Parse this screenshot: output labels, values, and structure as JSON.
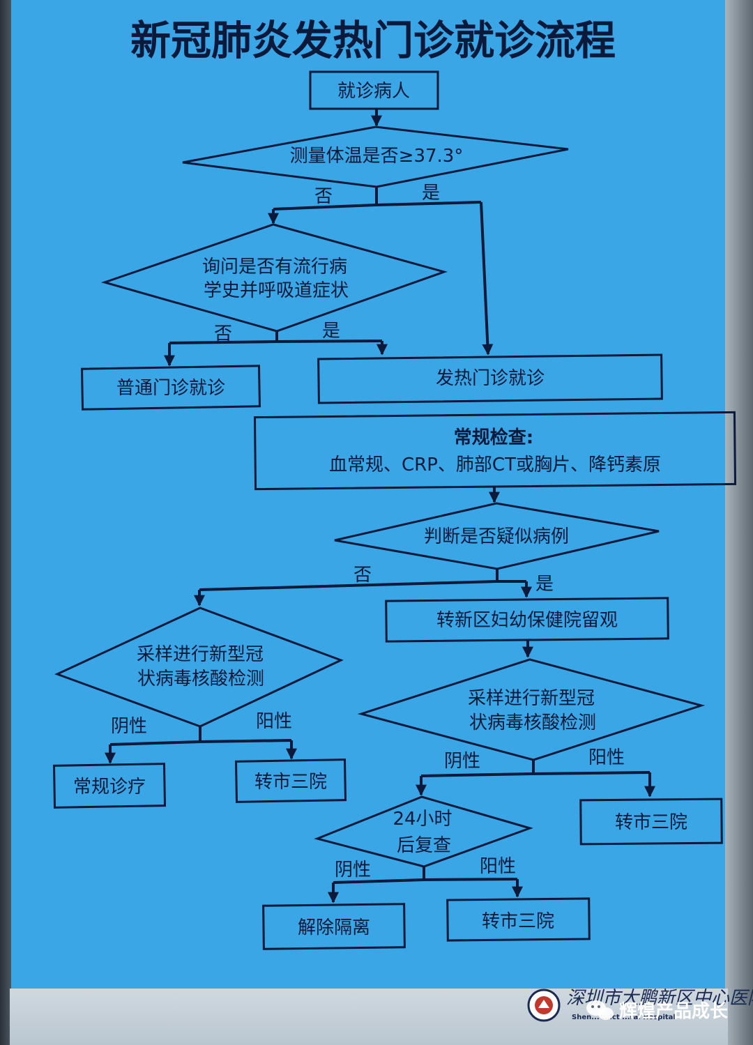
{
  "title": "新冠肺炎发热门诊就诊流程",
  "nodes": {
    "patient": "就诊病人",
    "temp_check": "测量体温是否≥37.3°",
    "epi_line1": "询问是否有流行病",
    "epi_line2": "学史并呼吸道症状",
    "general_clinic": "普通门诊就诊",
    "fever_clinic": "发热门诊就诊",
    "routine_title": "常规检查:",
    "routine_items": "血常规、CRP、肺部CT或胸片、降钙素原",
    "suspect_check": "判断是否疑似病例",
    "transfer_observe": "转新区妇幼保健院留观",
    "test_line1": "采样进行新型冠",
    "test_line2": "状病毒核酸检测",
    "routine_treatment": "常规诊疗",
    "transfer_hospital": "转市三院",
    "recheck_line1": "24小时",
    "recheck_line2": "后复查",
    "release": "解除隔离"
  },
  "branches": {
    "no": "否",
    "yes": "是",
    "negative": "阴性",
    "positive": "阳性"
  },
  "footer": {
    "hospital_name": "深圳市大鹏新区中心医院",
    "hospital_name_en": "Shen... ...ict ...ral Hospital",
    "watermark": "辉煌产品成长"
  },
  "colors": {
    "poster_bg": "#3aa6e6",
    "ink": "#0b1a3a"
  },
  "icons": [
    "hospital-logo-icon",
    "wechat-icon"
  ]
}
